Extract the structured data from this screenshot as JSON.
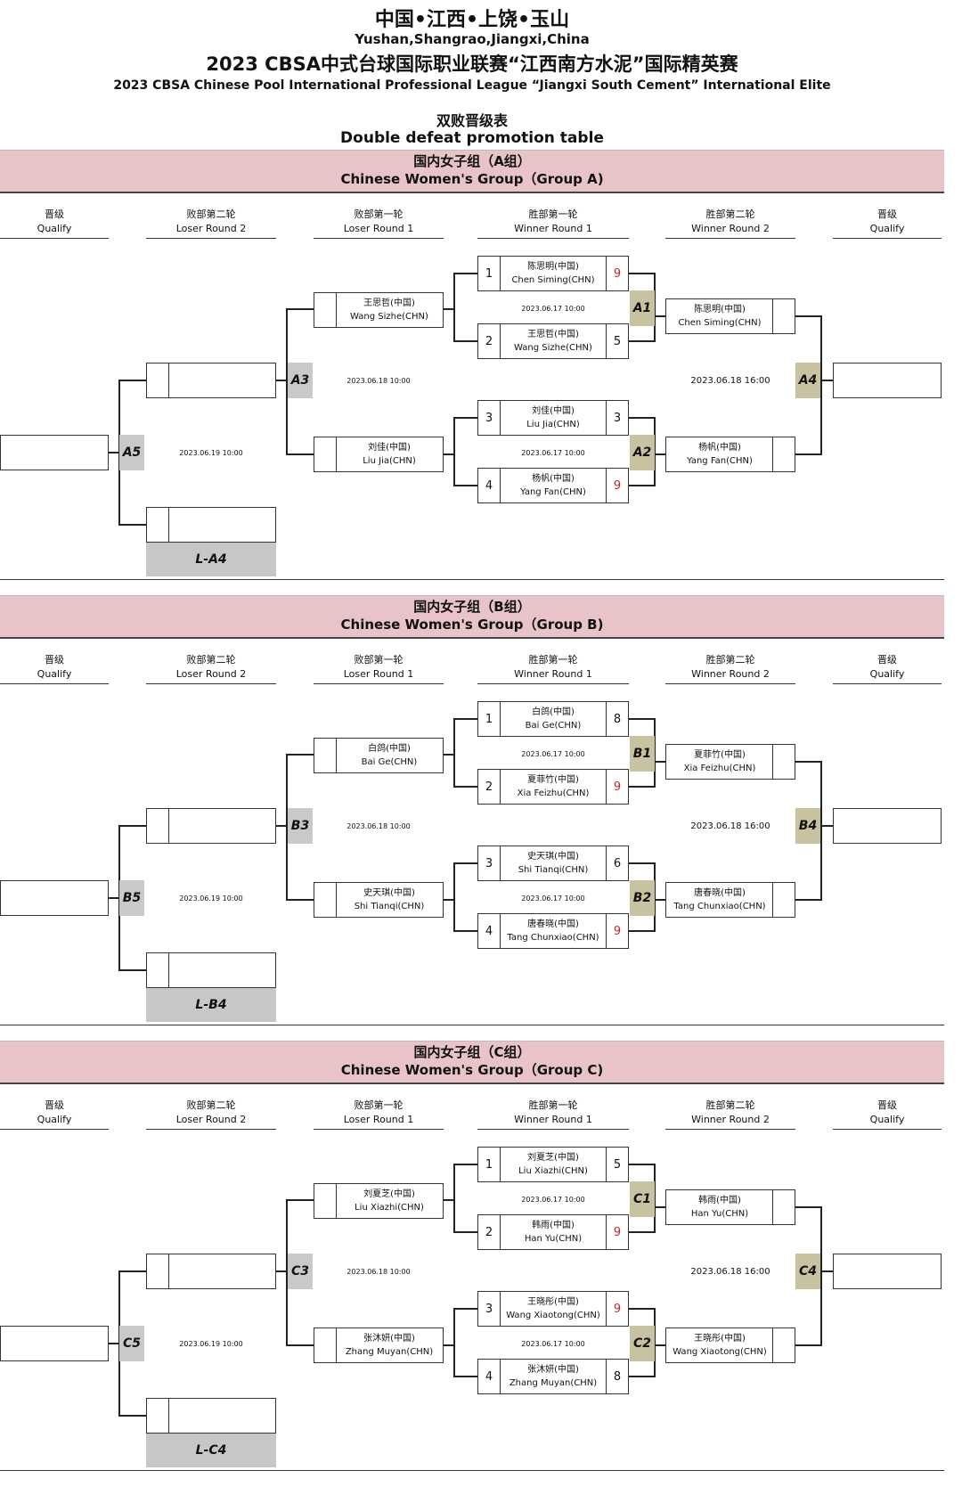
{
  "header": {
    "location_cn": "中国•江西•上饶•玉山",
    "location_en": "Yushan,Shangrao,Jiangxi,China",
    "event_cn": "2023 CBSA中式台球国际职业联赛“江西南方水泥”国际精英赛",
    "event_en": "2023 CBSA Chinese Pool International Professional League “Jiangxi South Cement” International Elite",
    "table_cn": "双败晋级表",
    "table_en": "Double defeat promotion table"
  },
  "columns": {
    "qualify_cn": "晋级",
    "qualify_en": "Qualify",
    "lr2_cn": "败部第二轮",
    "lr2_en": "Loser Round 2",
    "lr1_cn": "败部第一轮",
    "lr1_en": "Loser Round 1",
    "wr1_cn": "胜部第一轮",
    "wr1_en": "Winner Round 1",
    "wr2_cn": "胜部第二轮",
    "wr2_en": "Winner Round 2"
  },
  "groups": [
    {
      "title_cn": "国内女子组（A组）",
      "title_en": "Chinese Women's Group（Group A)",
      "tags": {
        "m1": "A1",
        "m2": "A2",
        "m3": "A3",
        "m4": "A4",
        "m5": "A5",
        "loser": "L-A4"
      },
      "dates": {
        "m1": "2023.06.17 10:00",
        "m2": "2023.06.17 10:00",
        "m3": "2023.06.18 10:00",
        "m4": "2023.06.18 16:00",
        "m5": "2023.06.19 10:00"
      },
      "wr1": [
        {
          "seed": "1",
          "cn": "陈思明(中国)",
          "en": "Chen Siming(CHN)",
          "score": "9",
          "win": true
        },
        {
          "seed": "2",
          "cn": "王思哲(中国)",
          "en": "Wang Sizhe(CHN)",
          "score": "5",
          "win": false
        },
        {
          "seed": "3",
          "cn": "刘佳(中国)",
          "en": "Liu Jia(CHN)",
          "score": "3",
          "win": false
        },
        {
          "seed": "4",
          "cn": "杨帆(中国)",
          "en": "Yang Fan(CHN)",
          "score": "9",
          "win": true
        }
      ],
      "wr2": [
        {
          "cn": "陈思明(中国)",
          "en": "Chen Siming(CHN)"
        },
        {
          "cn": "杨帆(中国)",
          "en": "Yang Fan(CHN)"
        }
      ],
      "lr1": [
        {
          "cn": "王思哲(中国)",
          "en": "Wang Sizhe(CHN)"
        },
        {
          "cn": "刘佳(中国)",
          "en": "Liu Jia(CHN)"
        }
      ]
    },
    {
      "title_cn": "国内女子组（B组）",
      "title_en": "Chinese Women's Group（Group B)",
      "tags": {
        "m1": "B1",
        "m2": "B2",
        "m3": "B3",
        "m4": "B4",
        "m5": "B5",
        "loser": "L-B4"
      },
      "dates": {
        "m1": "2023.06.17 10:00",
        "m2": "2023.06.17 10:00",
        "m3": "2023.06.18 10:00",
        "m4": "2023.06.18 16:00",
        "m5": "2023.06.19 10:00"
      },
      "wr1": [
        {
          "seed": "1",
          "cn": "白鸽(中国)",
          "en": "Bai Ge(CHN)",
          "score": "8",
          "win": false
        },
        {
          "seed": "2",
          "cn": "夏菲竹(中国)",
          "en": "Xia Feizhu(CHN)",
          "score": "9",
          "win": true
        },
        {
          "seed": "3",
          "cn": "史天琪(中国)",
          "en": "Shi Tianqi(CHN)",
          "score": "6",
          "win": false
        },
        {
          "seed": "4",
          "cn": "唐春晓(中国)",
          "en": "Tang Chunxiao(CHN)",
          "score": "9",
          "win": true
        }
      ],
      "wr2": [
        {
          "cn": "夏菲竹(中国)",
          "en": "Xia Feizhu(CHN)"
        },
        {
          "cn": "唐春晓(中国)",
          "en": "Tang Chunxiao(CHN)"
        }
      ],
      "lr1": [
        {
          "cn": "白鸽(中国)",
          "en": "Bai Ge(CHN)"
        },
        {
          "cn": "史天琪(中国)",
          "en": "Shi Tianqi(CHN)"
        }
      ]
    },
    {
      "title_cn": "国内女子组（C组）",
      "title_en": "Chinese Women's Group（Group C)",
      "tags": {
        "m1": "C1",
        "m2": "C2",
        "m3": "C3",
        "m4": "C4",
        "m5": "C5",
        "loser": "L-C4"
      },
      "dates": {
        "m1": "2023.06.17 10:00",
        "m2": "2023.06.17 10:00",
        "m3": "2023.06.18 10:00",
        "m4": "2023.06.18 16:00",
        "m5": "2023.06.19 10:00"
      },
      "wr1": [
        {
          "seed": "1",
          "cn": "刘夏芝(中国)",
          "en": "Liu Xiazhi(CHN)",
          "score": "5",
          "win": false
        },
        {
          "seed": "2",
          "cn": "韩雨(中国)",
          "en": "Han Yu(CHN)",
          "score": "9",
          "win": true
        },
        {
          "seed": "3",
          "cn": "王晓彤(中国)",
          "en": "Wang Xiaotong(CHN)",
          "score": "9",
          "win": true
        },
        {
          "seed": "4",
          "cn": "张沐妍(中国)",
          "en": "Zhang Muyan(CHN)",
          "score": "8",
          "win": false
        }
      ],
      "wr2": [
        {
          "cn": "韩雨(中国)",
          "en": "Han Yu(CHN)"
        },
        {
          "cn": "王晓彤(中国)",
          "en": "Wang Xiaotong(CHN)"
        }
      ],
      "lr1": [
        {
          "cn": "刘夏芝(中国)",
          "en": "Liu Xiazhi(CHN)"
        },
        {
          "cn": "张沐妍(中国)",
          "en": "Zhang Muyan(CHN)"
        }
      ]
    }
  ]
}
